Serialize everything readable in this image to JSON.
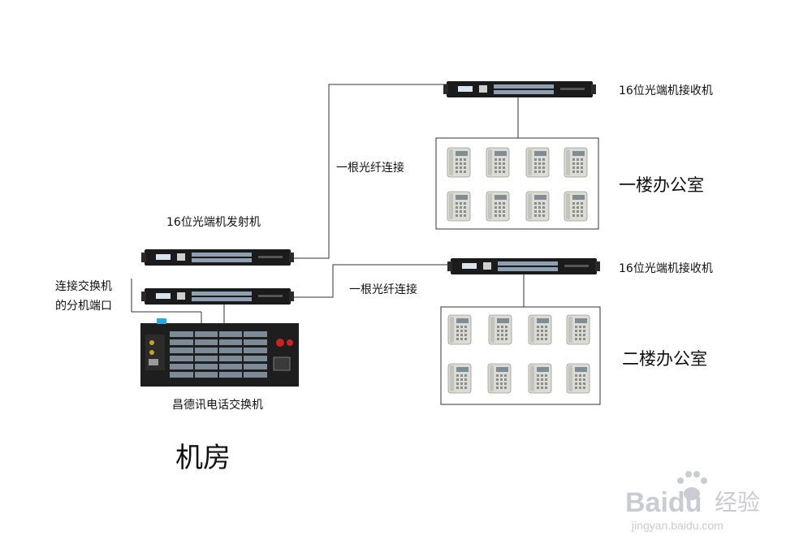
{
  "labels": {
    "receiver_1": "16位光端机接收机",
    "receiver_2": "16位光端机接收机",
    "transmitter": "16位光端机发射机",
    "fiber_1": "一根光纤连接",
    "fiber_2": "一根光纤连接",
    "connect_line1": "连接交换机",
    "connect_line2": "的分机端口",
    "pbx": "昌德讯电话交换机",
    "office_1": "一楼办公室",
    "office_2": "二楼办公室",
    "machine_room": "机房"
  },
  "watermark": {
    "brand": "Bai",
    "brand_du": "du",
    "cn": "经验",
    "url": "jingyan.baidu.com"
  },
  "colors": {
    "line": "#333333",
    "device_body": "#1b1b1b",
    "port_block": "#8fa0b2",
    "phone_body": "#dcdcd6",
    "watermark": "#c9ccd3"
  }
}
